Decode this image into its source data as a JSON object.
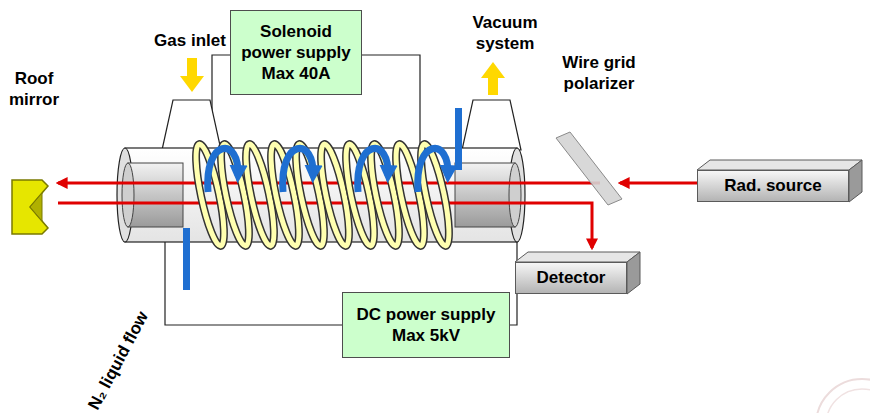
{
  "diagram": {
    "nodes": [
      {
        "text": [
          "Solenoid power supply Max 40A"
        ]
      },
      {
        "text": [
          "Rad. source"
        ]
      },
      {
        "text": [
          "Detector"
        ]
      },
      {
        "text": [
          "DC power supply Max 5kV"
        ]
      }
    ],
    "labels": [
      "Roof mirror",
      "Gas inlet",
      "Vacuum system",
      "Wire grid polarizer",
      "N₂ liquid flow"
    ]
  }
}
